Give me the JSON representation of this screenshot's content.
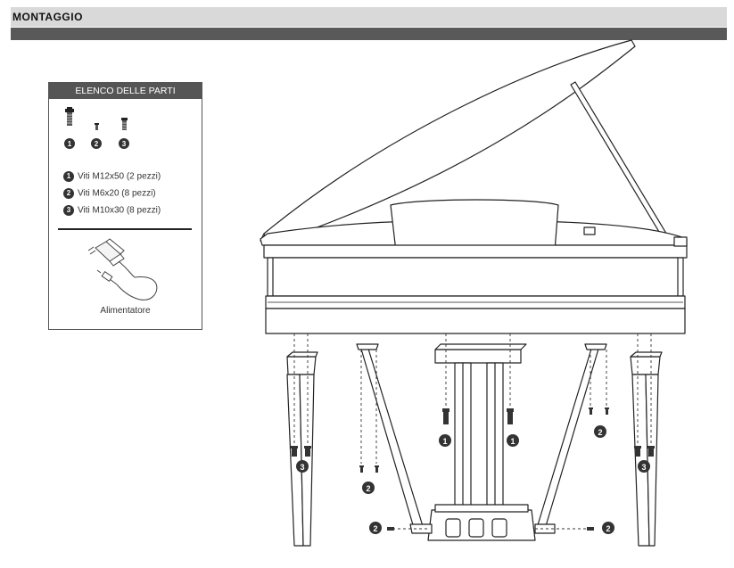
{
  "header": {
    "title": "MONTAGGIO"
  },
  "parts": {
    "title": "ELENCO DELLE PARTI",
    "items": [
      {
        "num": "1",
        "label": "Viti M12x50 (2 pezzi)"
      },
      {
        "num": "2",
        "label": "Viti M6x20 (8 pezzi)"
      },
      {
        "num": "3",
        "label": "Viti M10x30 (8 pezzi)"
      }
    ],
    "icon_numbers": [
      "1",
      "2",
      "3"
    ],
    "adapter_label": "Alimentatore"
  },
  "callouts": {
    "screw1": "1",
    "screw2": "2",
    "screw3": "3"
  }
}
